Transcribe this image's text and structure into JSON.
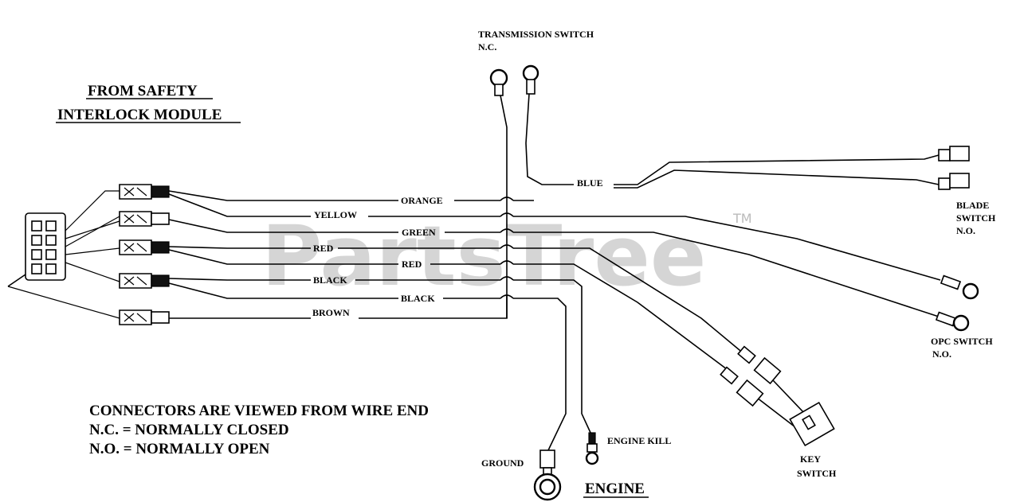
{
  "watermark": {
    "text": "PartsTree",
    "tm": "TM"
  },
  "title": {
    "line1": "FROM SAFETY",
    "line2": "INTERLOCK MODULE"
  },
  "wires": {
    "orange": "ORANGE",
    "yellow": "YELLOW",
    "green": "GREEN",
    "red_left": "RED",
    "red_right": "RED",
    "black_left": "BLACK",
    "black_right": "BLACK",
    "brown": "BROWN",
    "blue": "BLUE"
  },
  "components": {
    "transmission_switch": {
      "line1": "TRANSMISSION SWITCH",
      "line2": "N.C."
    },
    "blade_switch": {
      "line1": "BLADE",
      "line2": "SWITCH",
      "line3": "N.O."
    },
    "opc_switch": {
      "line1": "OPC SWITCH",
      "line2": "N.O."
    },
    "key_switch": {
      "line1": "KEY",
      "line2": "SWITCH"
    },
    "engine_kill": "ENGINE KILL",
    "ground": "GROUND",
    "engine": "ENGINE"
  },
  "notes": {
    "line1": "CONNECTORS ARE VIEWED FROM WIRE END",
    "line2": "N.C. = NORMALLY CLOSED",
    "line3": "N.O. = NORMALLY OPEN"
  }
}
